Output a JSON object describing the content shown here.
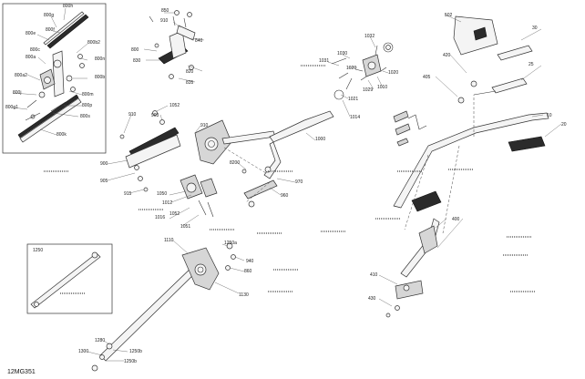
{
  "figure_code": "12MG351",
  "callouts": {
    "c800h": "800h",
    "c800g": "800g",
    "c800f": "800f",
    "c800e": "800e",
    "c800c": "800c",
    "c800b2": "800b2",
    "c800a": "800a",
    "c800n": "800n",
    "c800a2": "800a2",
    "c800b": "800b",
    "c800j": "800j",
    "c800m": "800m",
    "c800g1": "800g1",
    "c800p": "800p",
    "c800s": "800s",
    "c800k": "800k",
    "c850": "850",
    "c910top": "910",
    "c840": "840",
    "c800": "800",
    "c830": "830",
    "c820": "820",
    "c835": "835",
    "c1052a": "1052",
    "c910a": "910",
    "c910b": "910",
    "c903": "903",
    "c905": "905",
    "c915": "915",
    "c900": "900",
    "c1050": "1050",
    "c1012": "1012",
    "c1052b": "1052",
    "c1016": "1016",
    "c1051": "1051",
    "c1032": "1032",
    "c1031": "1031",
    "c1030": "1030",
    "c1020": "1020",
    "c1029": "1029",
    "c1010": "1010",
    "c1021": "1021",
    "c1014": "1014",
    "c1000": "1000",
    "c8200": "8200",
    "c970": "970",
    "c960": "960",
    "c502": "502",
    "c30": "30",
    "c420": "420",
    "c405": "405",
    "c25": "25",
    "c10": "10",
    "c20": "20",
    "c400": "400",
    "c410": "410",
    "c430": "430",
    "c1250box": "1250",
    "c1110": "1110",
    "c1250a": "1250a",
    "c940": "940",
    "c860": "860",
    "c1130": "1130",
    "c1280": "1280",
    "c1300": "1300",
    "c1250b": "1250b",
    "c1250c": "1250b"
  }
}
